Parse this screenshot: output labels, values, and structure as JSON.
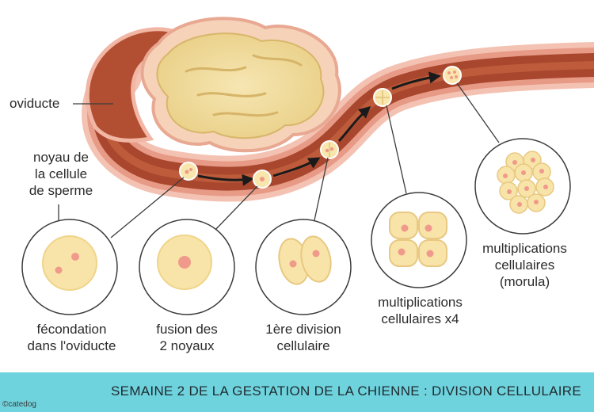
{
  "labels": {
    "oviducte": "oviducte",
    "noyau": [
      "noyau de",
      "la cellule",
      "de sperme"
    ],
    "fecondation": [
      "fécondation",
      "dans l'oviducte"
    ],
    "fusion": [
      "fusion des",
      "2 noyaux"
    ],
    "division1": [
      "1ère division",
      "cellulaire"
    ],
    "mult4": [
      "multiplications",
      "cellulaires x4"
    ],
    "morula": [
      "multiplications",
      "cellulaires",
      "(morula)"
    ]
  },
  "footer": {
    "title": "SEMAINE 2 DE LA GESTATION DE LA CHIENNE : DIVISION CELLULAIRE",
    "credit": "©catedog"
  },
  "colors": {
    "footer_bg": "#6fd3de",
    "oviduct_outer": "#f2b6a6",
    "oviduct_muscle": "#a8452c",
    "ovary": "#f3dfa0",
    "cell": "#f8e4a8",
    "nucleus": "#ef9a8a",
    "circle_border": "#3c3c3c"
  }
}
